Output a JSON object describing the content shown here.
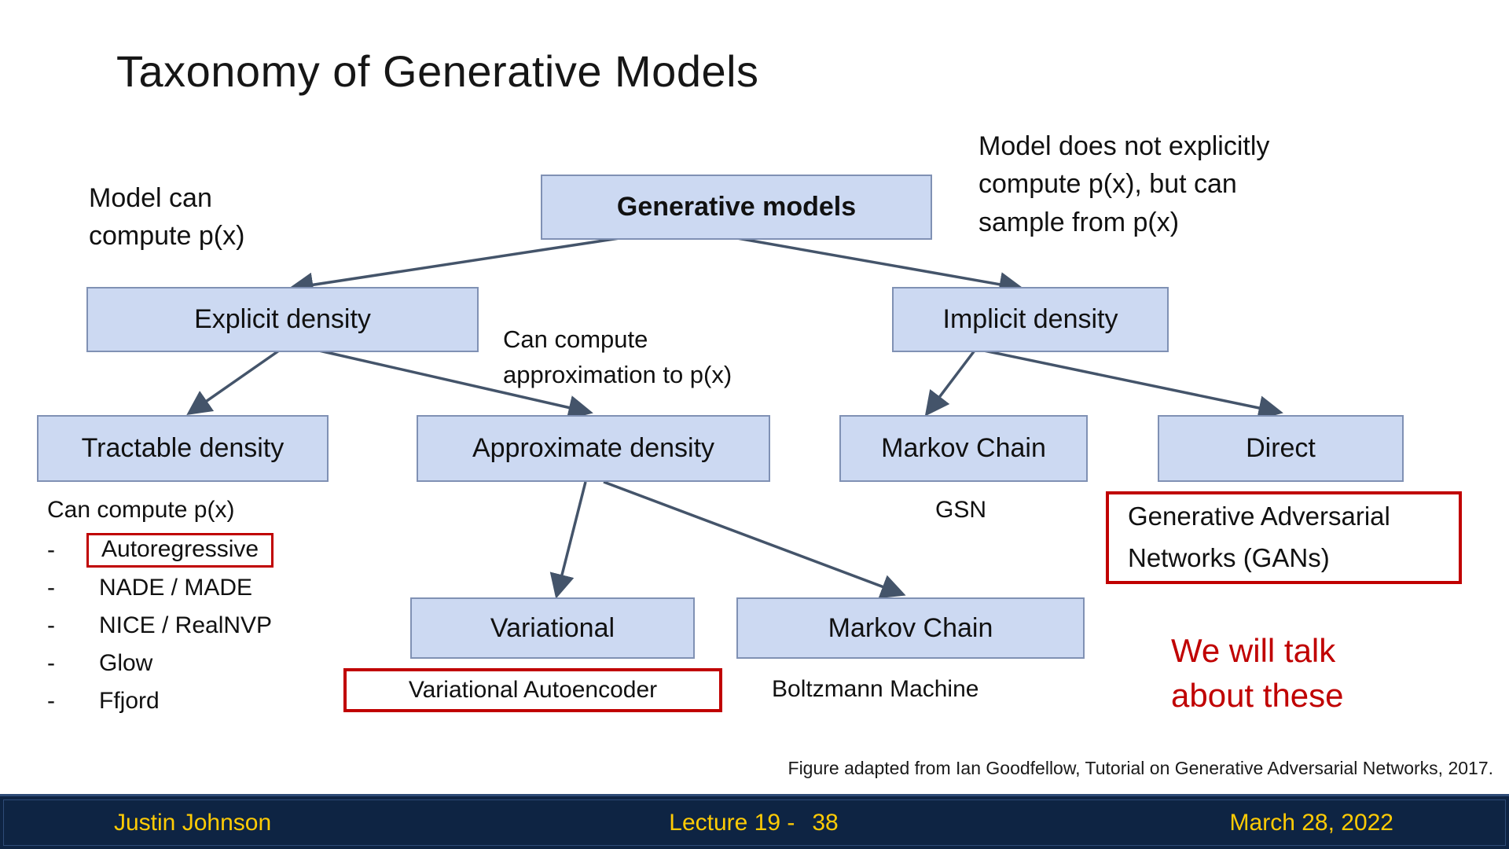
{
  "slide": {
    "title": "Taxonomy of Generative Models",
    "caption": "Figure adapted from Ian Goodfellow, Tutorial on Generative Adversarial Networks, 2017."
  },
  "annotations": {
    "left": "Model can\ncompute p(x)",
    "right": "Model does not explicitly\ncompute p(x), but can\nsample from p(x)",
    "middle": "Can compute\napproximation to p(x)",
    "we_will_talk": "We will talk\nabout these"
  },
  "nodes": {
    "root": "Generative models",
    "explicit": "Explicit density",
    "implicit": "Implicit density",
    "tractable": "Tractable density",
    "approximate": "Approximate density",
    "markov_chain_implicit": "Markov Chain",
    "direct": "Direct",
    "variational": "Variational",
    "markov_chain_approx": "Markov Chain"
  },
  "labels": {
    "gsn": "GSN",
    "gan": "Generative Adversarial\nNetworks (GANs)",
    "vae": "Variational Autoencoder",
    "boltzmann": "Boltzmann Machine"
  },
  "tractable_list": {
    "heading": "Can compute p(x)",
    "bullet": "-",
    "items": [
      {
        "label": "Autoregressive"
      },
      {
        "label": "NADE / MADE"
      },
      {
        "label": "NICE / RealNVP"
      },
      {
        "label": "Glow"
      },
      {
        "label": "Ffjord"
      }
    ]
  },
  "colors": {
    "node_fill": "#ccd9f2",
    "node_border": "#8091b4",
    "arrow": "#44546a",
    "highlight_red": "#c00000",
    "footer_bg": "#0e2443",
    "footer_text": "#ffcb05"
  },
  "footer": {
    "author": "Justin Johnson",
    "lecture": "Lecture 19 -",
    "slide_number": "38",
    "date": "March 28, 2022"
  }
}
